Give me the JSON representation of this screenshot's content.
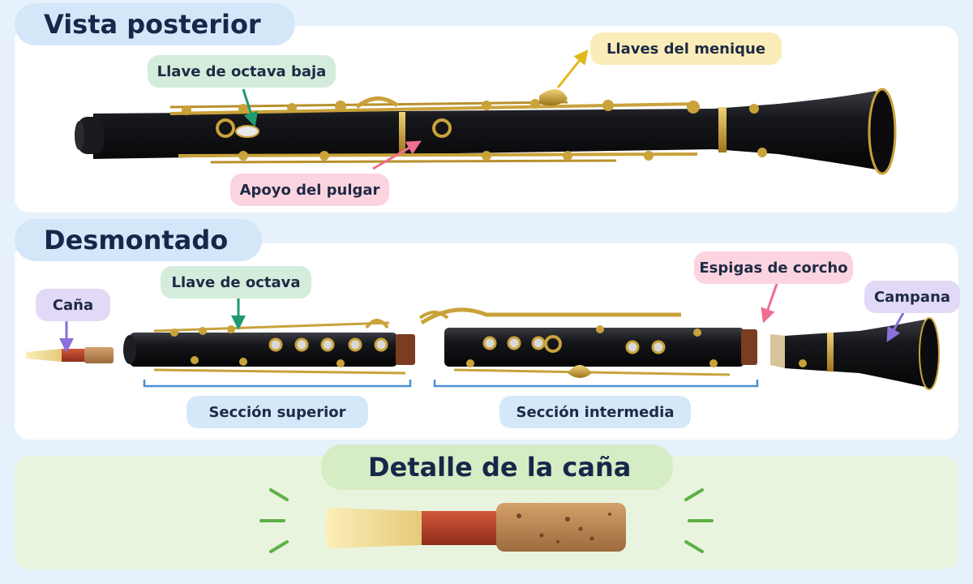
{
  "sections": {
    "rear_view": "Vista posterior",
    "disassembled": "Desmontado",
    "reed_detail": "Detalle de la caña"
  },
  "labels": {
    "low_octave_key": "Llave de octava baja",
    "pinky_keys": "Llaves del menique",
    "thumb_rest": "Apoyo del pulgar",
    "reed": "Caña",
    "octave_key": "Llave de octava",
    "cork_tenons": "Espigas de corcho",
    "bell": "Campana",
    "upper_section": "Sección superior",
    "middle_section": "Sección intermedia"
  },
  "colors": {
    "wood": "#15161a",
    "brass": "#c9a23a",
    "cork": "#b88450",
    "thread": "#b3432a",
    "cane": "#f1dc98",
    "green_arrow": "#1e9a6e",
    "yellow_arrow": "#e2b71a",
    "pink_arrow": "#ef6d8e",
    "purple_arrow": "#8b6fdc",
    "bracket_blue": "#4b8fd6",
    "burst_green": "#5fb048"
  }
}
